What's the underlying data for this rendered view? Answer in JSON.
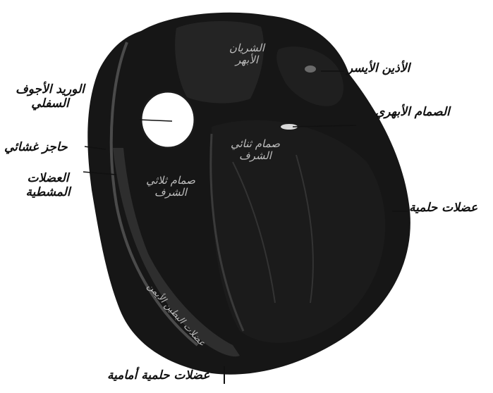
{
  "labels": {
    "ivc": "الوريد الأجوف السفلي",
    "septum": "حاجز غشائي",
    "pectinate": "العضلات المشطية",
    "left_atrium": "الأذين الأيسر",
    "aortic_valve": "الصمام الأبهري",
    "papillary": "عضلات حلمية",
    "anterior_papillary": "عضلات حلمية أمامية"
  },
  "inner_labels": {
    "aorta": "الشريان الأبهر",
    "mitral": "صمام ثنائي الشرف",
    "tricuspid": "صمام ثلاثي الشرف",
    "wall": "عضلات البطين الأيمن"
  },
  "colors": {
    "heart_fill": "#161616",
    "chamber_fill": "#252525",
    "highlight": "#4a4a4a",
    "pointer": "#111111",
    "inner_text": "#bdbdbd"
  }
}
